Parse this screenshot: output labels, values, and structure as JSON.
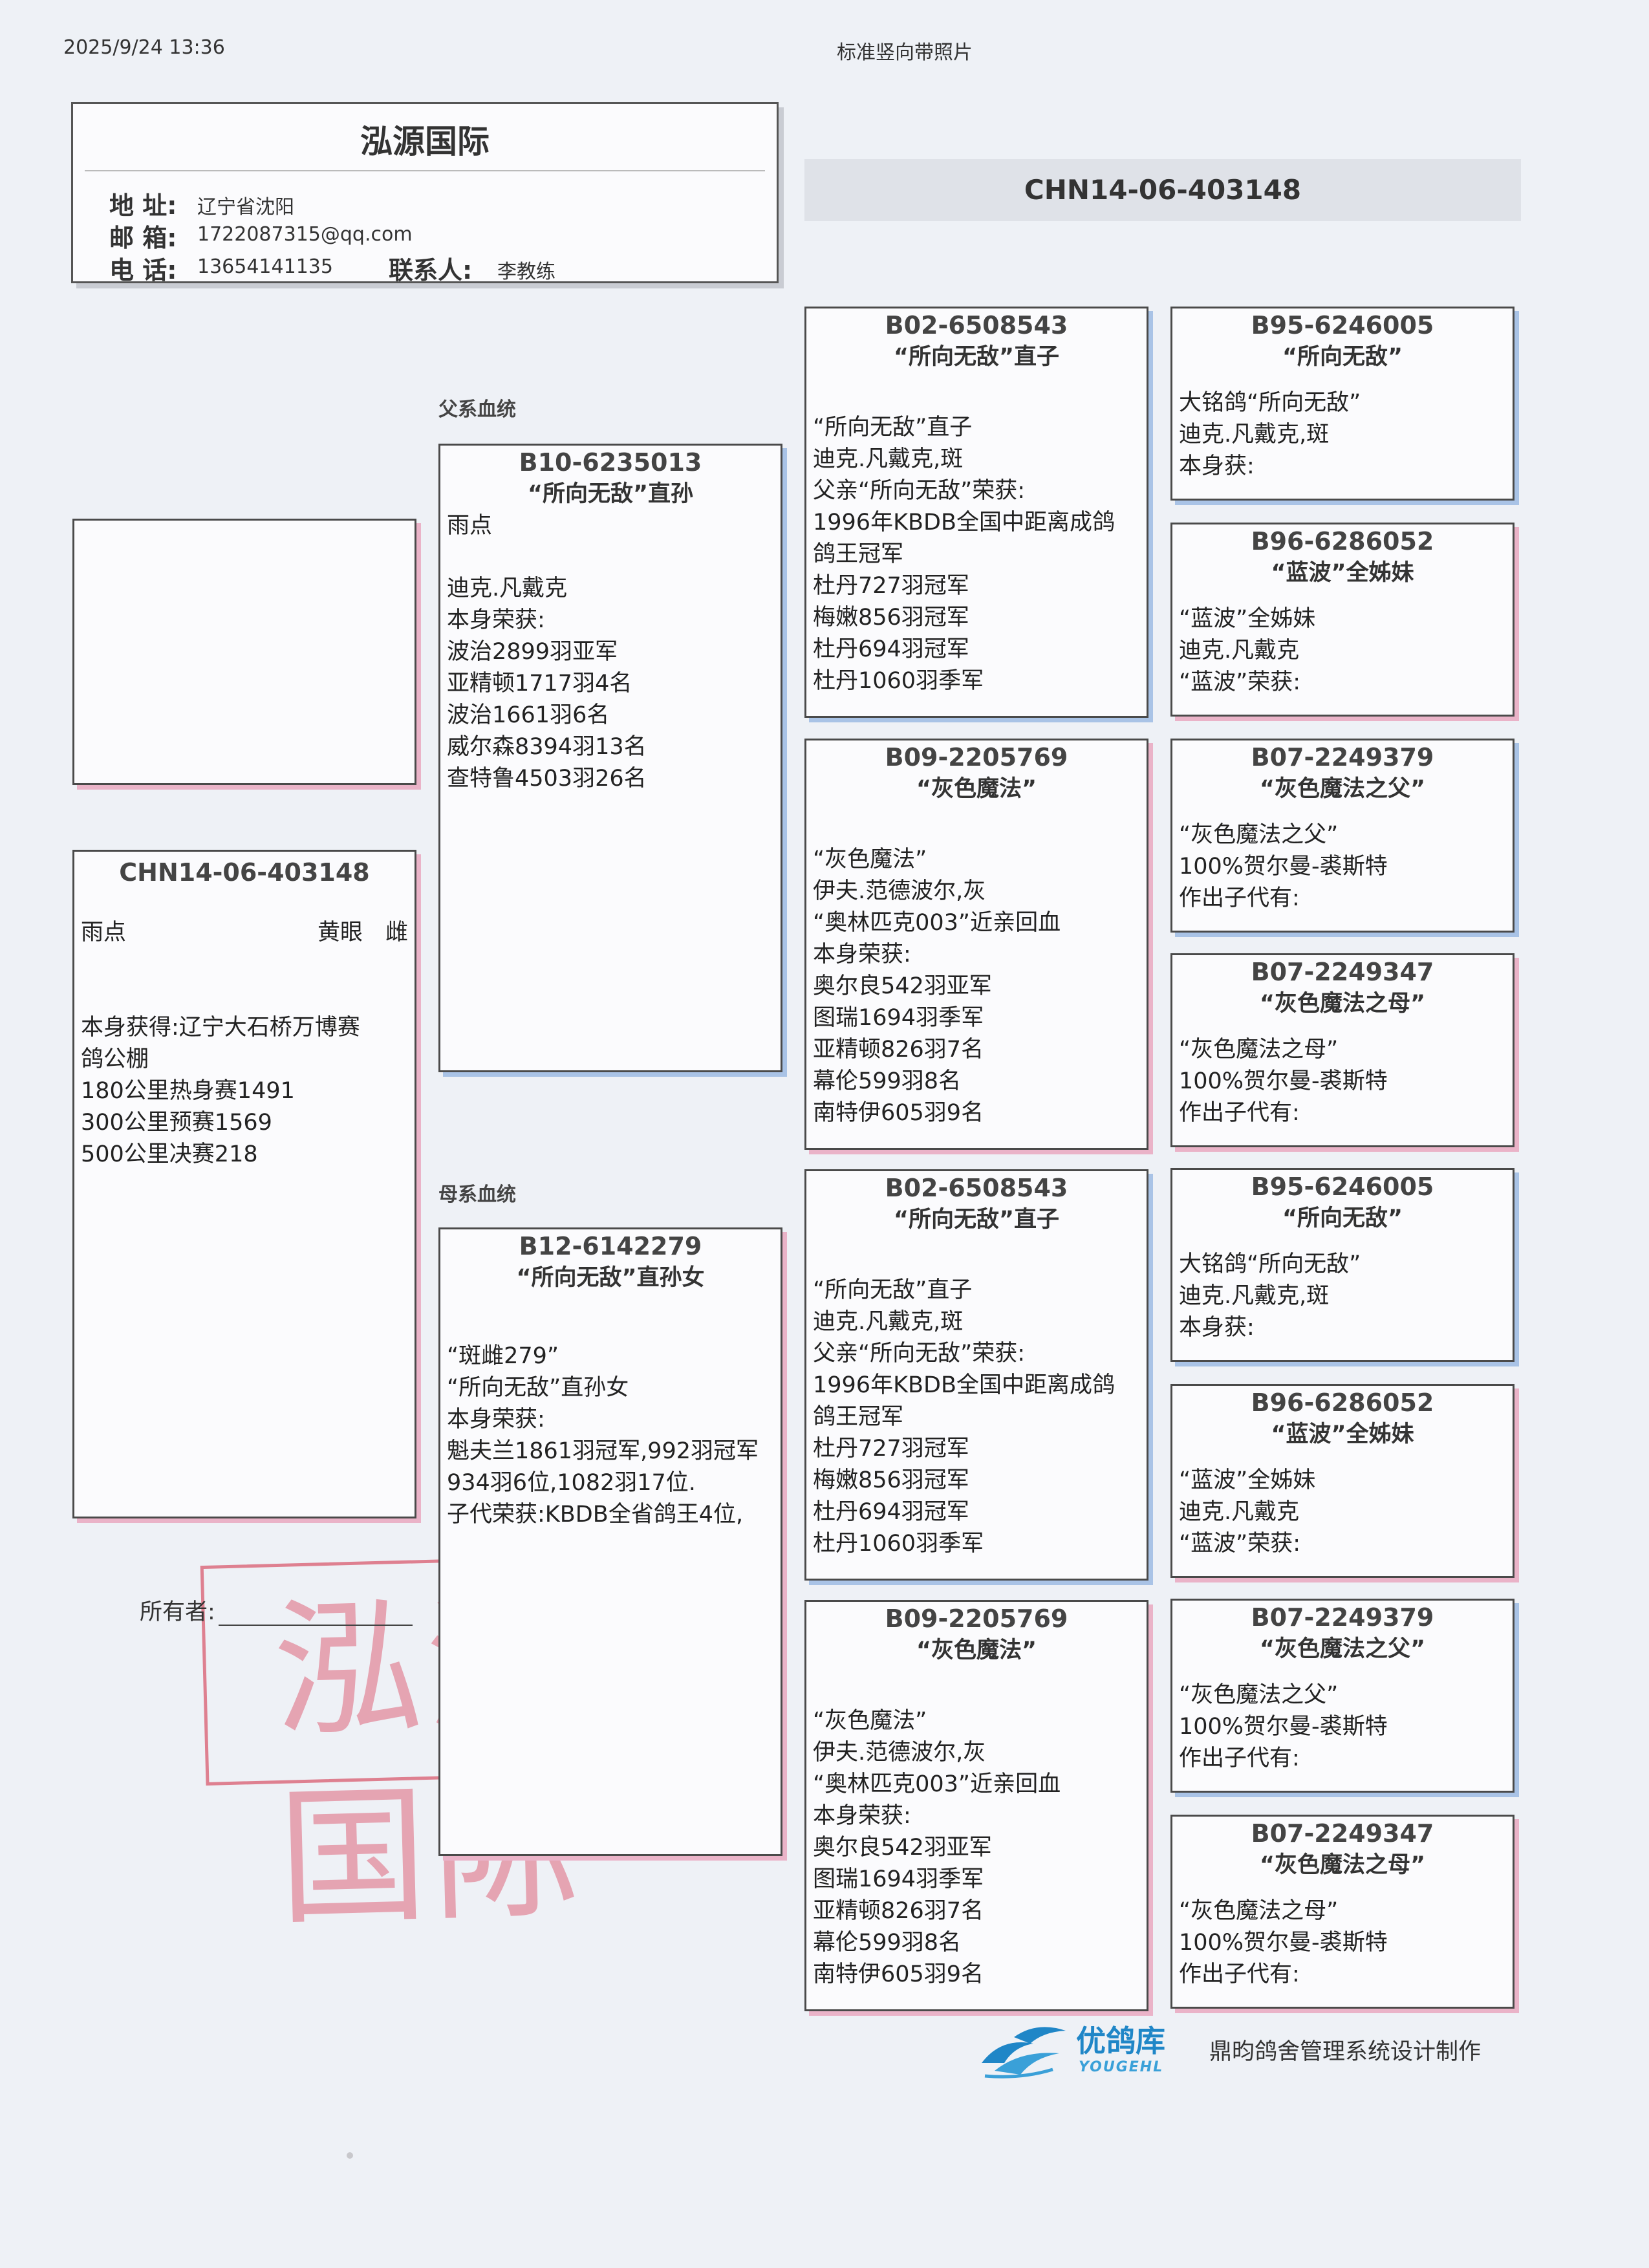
{
  "timestamp": "2025/9/24 13:36",
  "doc_type": "标准竖向带照片",
  "header": {
    "title": "泓源国际",
    "address_label": "地 址:",
    "address": "辽宁省沈阳",
    "email_label": "邮 箱:",
    "email": "1722087315@qq.com",
    "phone_label": "电 话:",
    "phone": "13654141135",
    "contact_label": "联系人:",
    "contact": "李教练"
  },
  "pedigree_ring": "CHN14-06-403148",
  "sire_line_label": "父系血统",
  "dam_line_label": "母系血统",
  "main": {
    "ring": "CHN14-06-403148",
    "color": "雨点",
    "eye_sex": "黄眼　雌",
    "lines": [
      "本身获得:辽宁大石桥万博赛",
      "鸽公棚",
      "180公里热身赛1491",
      "300公里预赛1569",
      "500公里决赛218"
    ]
  },
  "sire": {
    "ring": "B10-6235013",
    "name": "“所向无敌”直孙",
    "lines": [
      "雨点",
      "",
      "迪克.凡戴克",
      "本身荣获:",
      "波治2899羽亚军",
      "亚精顿1717羽4名",
      "波治1661羽6名",
      "威尔森8394羽13名",
      "查特鲁4503羽26名"
    ]
  },
  "dam": {
    "ring": "B12-6142279",
    "name": "“所向无敌”直孙女",
    "lines": [
      "“斑雌279”",
      "“所向无敌”直孙女",
      "本身荣获:",
      "魁夫兰1861羽冠军,992羽冠军",
      "934羽6位,1082羽17位.",
      "子代荣获:KBDB全省鸽王4位,"
    ]
  },
  "gen3": [
    {
      "ring": "B02-6508543",
      "name": "“所向无敌”直子",
      "lines": [
        "“所向无敌”直子",
        "迪克.凡戴克,斑",
        "父亲“所向无敌”荣获:",
        "1996年KBDB全国中距离成鸽",
        "鸽王冠军",
        "杜丹727羽冠军",
        "梅嫩856羽冠军",
        "杜丹694羽冠军",
        "杜丹1060羽季军"
      ]
    },
    {
      "ring": "B09-2205769",
      "name": "“灰色魔法”",
      "lines": [
        "“灰色魔法”",
        "伊夫.范德波尔,灰",
        "“奥林匹克003”近亲回血",
        "本身荣获:",
        "奥尔良542羽亚军",
        "图瑞1694羽季军",
        "亚精顿826羽7名",
        "幕伦599羽8名",
        "南特伊605羽9名"
      ]
    },
    {
      "ring": "B02-6508543",
      "name": "“所向无敌”直子",
      "lines": [
        "“所向无敌”直子",
        "迪克.凡戴克,斑",
        "父亲“所向无敌”荣获:",
        "1996年KBDB全国中距离成鸽",
        "鸽王冠军",
        "杜丹727羽冠军",
        "梅嫩856羽冠军",
        "杜丹694羽冠军",
        "杜丹1060羽季军"
      ]
    },
    {
      "ring": "B09-2205769",
      "name": "“灰色魔法”",
      "lines": [
        "“灰色魔法”",
        "伊夫.范德波尔,灰",
        "“奥林匹克003”近亲回血",
        "本身荣获:",
        "奥尔良542羽亚军",
        "图瑞1694羽季军",
        "亚精顿826羽7名",
        "幕伦599羽8名",
        "南特伊605羽9名"
      ]
    }
  ],
  "gen4": [
    {
      "ring": "B95-6246005",
      "name": "“所向无敌”",
      "lines": [
        "大铭鸽“所向无敌”",
        "迪克.凡戴克,斑",
        "本身获:"
      ]
    },
    {
      "ring": "B96-6286052",
      "name": "“蓝波”全姊妹",
      "lines": [
        "“蓝波”全姊妹",
        "迪克.凡戴克",
        "“蓝波”荣获:"
      ]
    },
    {
      "ring": "B07-2249379",
      "name": "“灰色魔法之父”",
      "lines": [
        "“灰色魔法之父”",
        "100%贺尔曼-裘斯特",
        "作出子代有:"
      ]
    },
    {
      "ring": "B07-2249347",
      "name": "“灰色魔法之母”",
      "lines": [
        "“灰色魔法之母”",
        "100%贺尔曼-裘斯特",
        "作出子代有:"
      ]
    },
    {
      "ring": "B95-6246005",
      "name": "“所向无敌”",
      "lines": [
        "大铭鸽“所向无敌”",
        "迪克.凡戴克,斑",
        "本身获:"
      ]
    },
    {
      "ring": "B96-6286052",
      "name": "“蓝波”全姊妹",
      "lines": [
        "“蓝波”全姊妹",
        "迪克.凡戴克",
        "“蓝波”荣获:"
      ]
    },
    {
      "ring": "B07-2249379",
      "name": "“灰色魔法之父”",
      "lines": [
        "“灰色魔法之父”",
        "100%贺尔曼-裘斯特",
        "作出子代有:"
      ]
    },
    {
      "ring": "B07-2249347",
      "name": "“灰色魔法之母”",
      "lines": [
        "“灰色魔法之母”",
        "100%贺尔曼-裘斯特",
        "作出子代有:"
      ]
    }
  ],
  "owner_label": "所有者:",
  "stamp_text": "泓源国际",
  "logo": {
    "cn": "优鸽库",
    "en": "YOUGEHL"
  },
  "credit": "鼎昀鸽舍管理系统设计制作",
  "colors": {
    "sire_shadow": "#a9c3e6",
    "dam_shadow": "#eab3c8",
    "logo_blue": "#1f86c7",
    "stamp_red": "#d85a6e"
  }
}
